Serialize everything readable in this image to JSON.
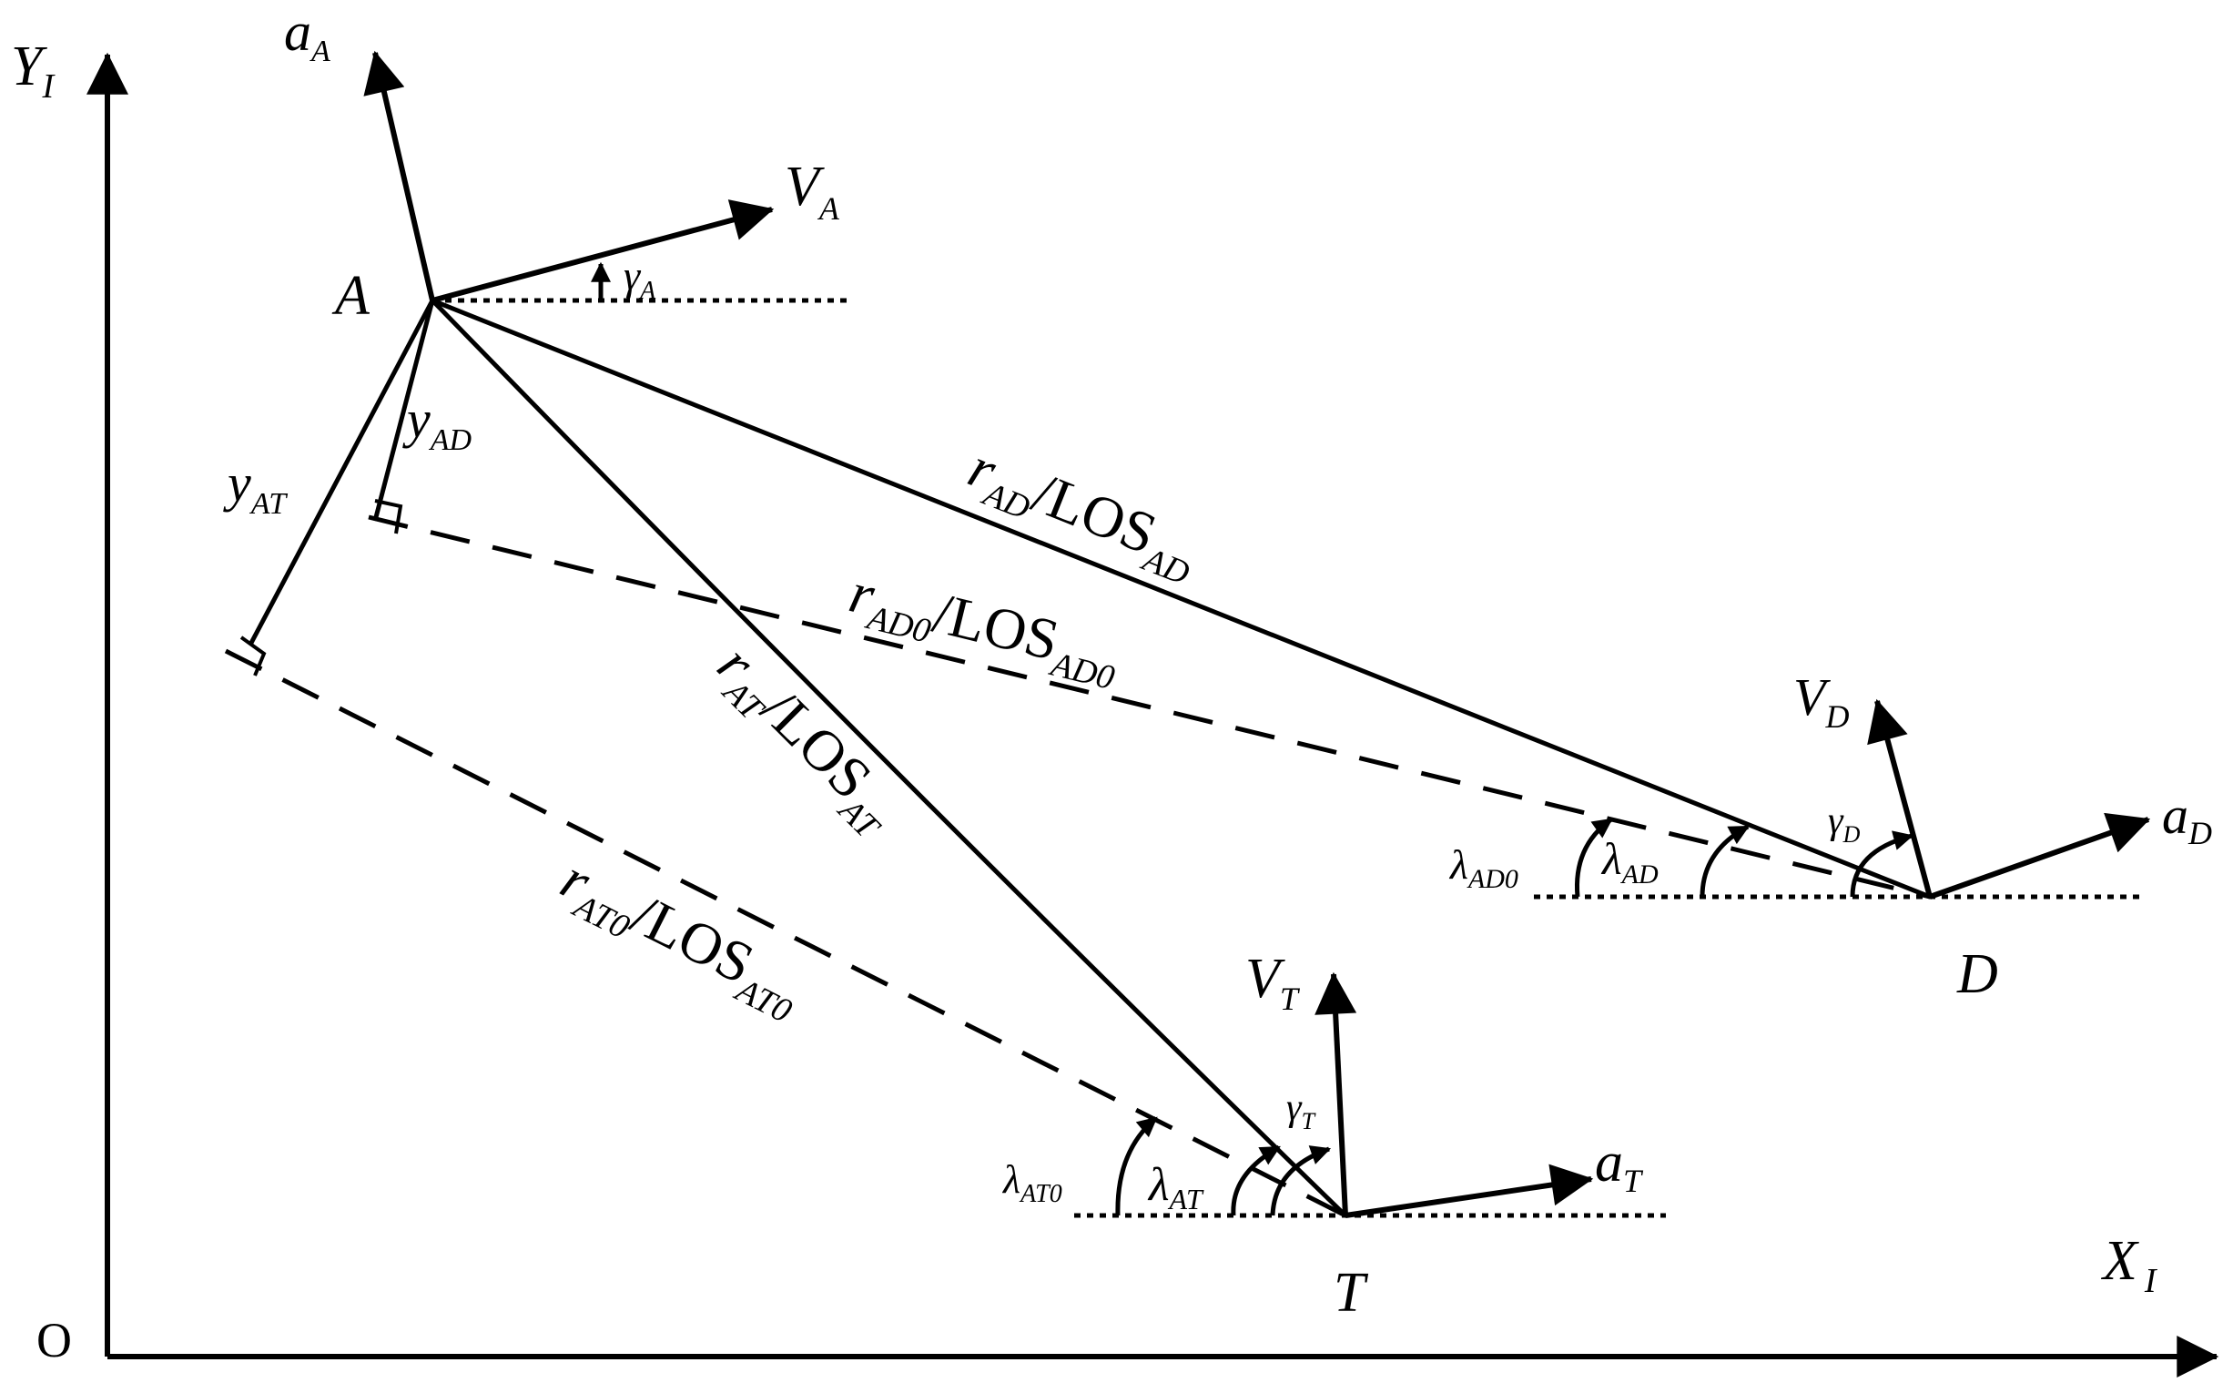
{
  "axes": {
    "origin": "O",
    "x_label": {
      "main": "X",
      "sub": "I"
    },
    "y_label": {
      "main": "Y",
      "sub": "I"
    }
  },
  "points": {
    "A": "A",
    "T": "T",
    "D": "D"
  },
  "vectors": {
    "aA": {
      "main": "a",
      "sub": "A"
    },
    "VA": {
      "main": "V",
      "sub": "A"
    },
    "VT": {
      "main": "V",
      "sub": "T"
    },
    "aT": {
      "main": "a",
      "sub": "T"
    },
    "VD": {
      "main": "V",
      "sub": "D"
    },
    "aD": {
      "main": "a",
      "sub": "D"
    }
  },
  "angles": {
    "gammaA": {
      "main": "γ",
      "sub": "A"
    },
    "gammaT": {
      "main": "γ",
      "sub": "T"
    },
    "gammaD": {
      "main": "γ",
      "sub": "D"
    },
    "lambdaAT0": {
      "main": "λ",
      "sub": "AT0"
    },
    "lambdaAT": {
      "main": "λ",
      "sub": "AT"
    },
    "lambdaAD0": {
      "main": "λ",
      "sub": "AD0"
    },
    "lambdaAD": {
      "main": "λ",
      "sub": "AD"
    }
  },
  "distances": {
    "yAD": {
      "main": "y",
      "sub": "AD"
    },
    "yAT": {
      "main": "y",
      "sub": "AT"
    }
  },
  "los": {
    "AD": {
      "r": "r",
      "r_sub": "AD",
      "mid": "/LOS",
      "los_sub": "AD"
    },
    "AD0": {
      "r": "r",
      "r_sub": "AD0",
      "mid": "/LOS",
      "los_sub": "AD0"
    },
    "AT": {
      "r": "r",
      "r_sub": "AT",
      "mid": "/LOS",
      "los_sub": "AT"
    },
    "AT0": {
      "r": "r",
      "r_sub": "AT0",
      "mid": "/LOS",
      "los_sub": "AT0"
    }
  }
}
